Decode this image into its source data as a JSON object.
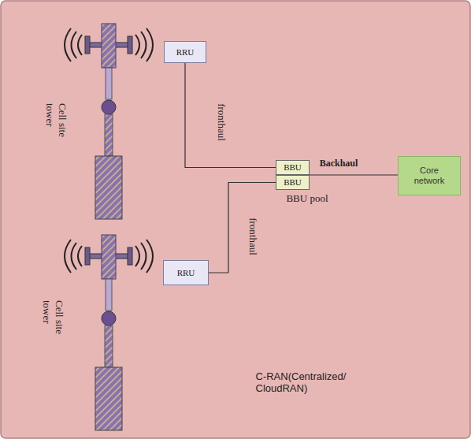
{
  "diagram": {
    "nodes": [
      {
        "text": [
          "RRU"
        ]
      },
      {
        "text": [
          "BBU"
        ]
      },
      {
        "text": [
          "BBU"
        ]
      },
      {
        "text": [
          "Core network"
        ]
      },
      {
        "text": [
          "RRU"
        ]
      }
    ],
    "edges": [
      {
        "from": 0,
        "to": 1,
        "arrow": "none",
        "label": "fronthaul"
      },
      {
        "from": 2,
        "to": 4,
        "arrow": "none",
        "label": "fronthaul"
      },
      {
        "from": 1,
        "to": 3,
        "arrow": "none",
        "label": "Backhaul"
      }
    ],
    "labels": [
      "Cell site tower",
      "Cell site tower",
      "BBU pool",
      "C-RAN(Centralized/ CloudRAN)"
    ]
  }
}
